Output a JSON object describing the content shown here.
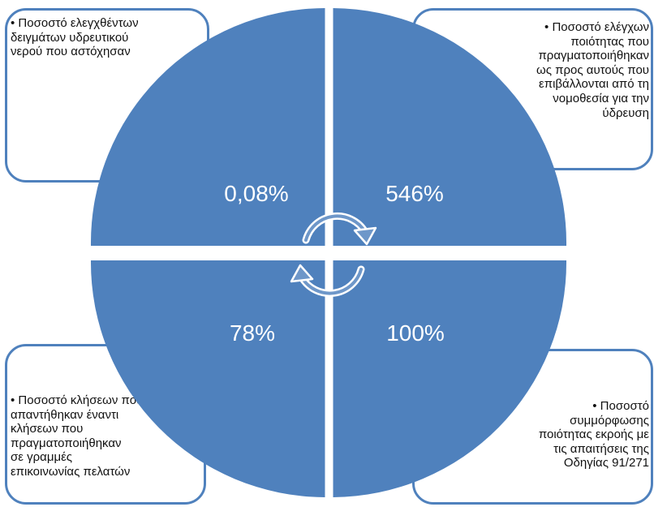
{
  "boxes": {
    "top_left": "• Ποσοστό ελεγχθέντων\nδειγμάτων υδρευτικού\nνερού που αστόχησαν",
    "top_right": "• Ποσοστό ελέγχων\nποιότητας που\nπραγματοποιήθηκαν\nως προς αυτούς που\nεπιβάλλονται από τη\nνομοθεσία για την\nύδρευση",
    "bottom_left": "• Ποσοστό κλήσεων που\nαπαντήθηκαν έναντι\nκλήσεων που\nπραγματοποιήθηκαν\nσε γραμμές\nεπικοινωνίας πελατών",
    "bottom_right": "• Ποσοστό\nσυμμόρφωσης\nποιότητας εκροής  με\nτις απαιτήσεις της\nΟδηγίας 91/271"
  },
  "values": {
    "top_left": "0,08%",
    "top_right": "546%",
    "bottom_left": "78%",
    "bottom_right": "100%"
  },
  "colors": {
    "quadrant_fill": "#4f81bd",
    "box_border": "#4f81bd",
    "value_text": "#ffffff"
  },
  "icons": [
    "circular-arrows-icon"
  ]
}
